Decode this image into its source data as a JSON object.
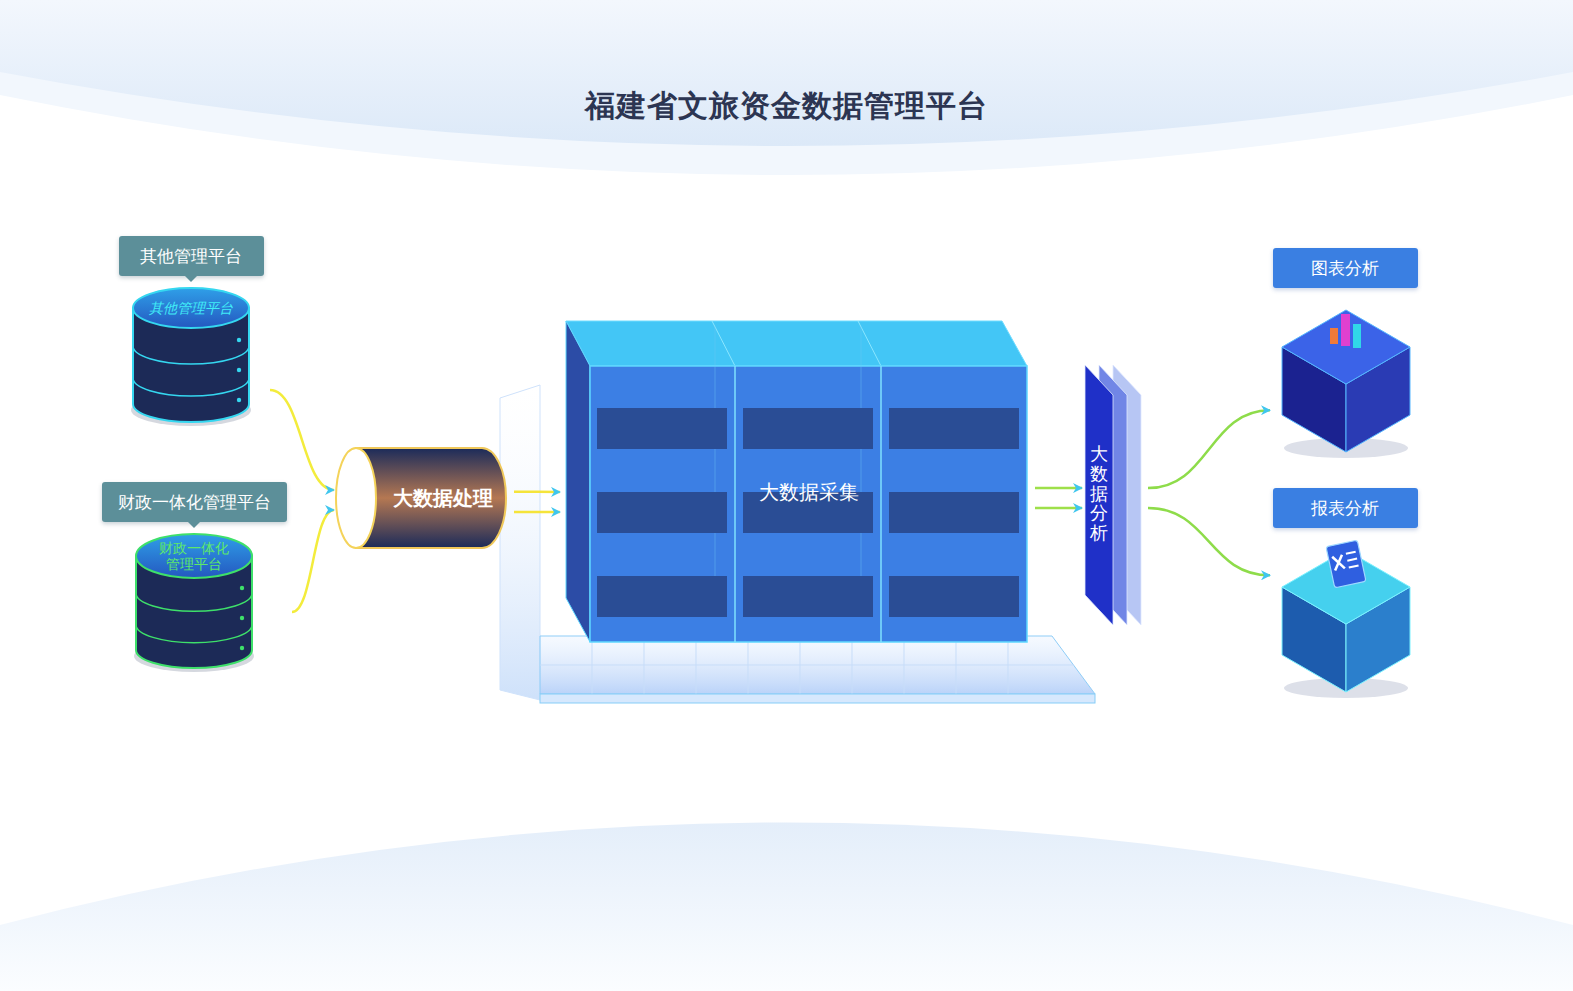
{
  "diagram": {
    "title": "福建省文旅资金数据管理平台",
    "nodes": [
      {
        "text": [
          "其他管理平台",
          "其他管理平台"
        ]
      },
      {
        "text": [
          "财政一体化管理平台",
          "财政一体化管理平台"
        ]
      },
      {
        "text": [
          "大数据处理"
        ]
      },
      {
        "text": [
          "大数据采集"
        ]
      },
      {
        "text": [
          "大数据分析"
        ]
      },
      {
        "text": [
          "图表分析"
        ]
      },
      {
        "text": [
          "报表分析"
        ]
      }
    ],
    "edges": [
      {
        "from": 0,
        "to": 2,
        "arrow": "to"
      },
      {
        "from": 1,
        "to": 2,
        "arrow": "to"
      },
      {
        "from": 2,
        "to": 3,
        "arrow": "to"
      },
      {
        "from": 2,
        "to": 3,
        "arrow": "to"
      },
      {
        "from": 3,
        "to": 4,
        "arrow": "to"
      },
      {
        "from": 3,
        "to": 4,
        "arrow": "to"
      },
      {
        "from": 4,
        "to": 5,
        "arrow": "to"
      },
      {
        "from": 4,
        "to": 6,
        "arrow": "to"
      }
    ]
  }
}
